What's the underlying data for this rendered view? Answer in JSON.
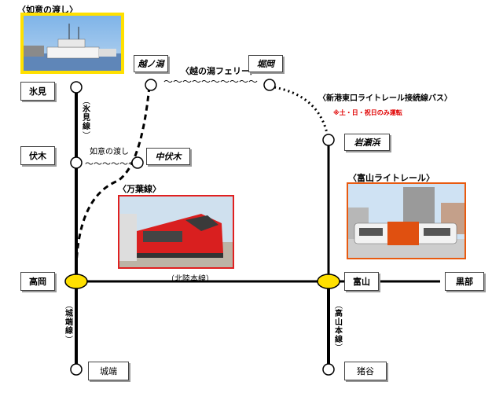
{
  "titles": {
    "nyoi_ferry": "〈如意の渡し〉",
    "koshinokata_ferry": "〈越の潟フェリー〉",
    "shinko_bus": "〈新港東口ライトレール接続線バス〉",
    "shinko_bus_note": "※土・日・祝日のみ運転",
    "manyo_line": "〈万葉線〉",
    "toyama_light_rail": "〈富山ライトレール〉"
  },
  "stations": {
    "himi": "氷見",
    "fushiki": "伏木",
    "takaoka": "高岡",
    "johana": "城端",
    "koshinokata": "越ノ潟",
    "horioka": "堀岡",
    "nakafushiki": "中伏木",
    "iwasehama": "岩瀬浜",
    "toyama": "富山",
    "kurobe": "黒部",
    "inotani": "猪谷"
  },
  "lines": {
    "himi_line": "氷見線",
    "nyoi_label": "如意の渡し",
    "hokuriku_main": "（北陸本線）",
    "johana_line": "城端線",
    "takayama_line": "高山本線"
  },
  "colors": {
    "major_station": "#ffe000",
    "note_red": "#e00000",
    "manyo_frame": "#e02020",
    "light_rail_frame": "#e85a10",
    "photo_frame_yellow": "#ffe000"
  }
}
